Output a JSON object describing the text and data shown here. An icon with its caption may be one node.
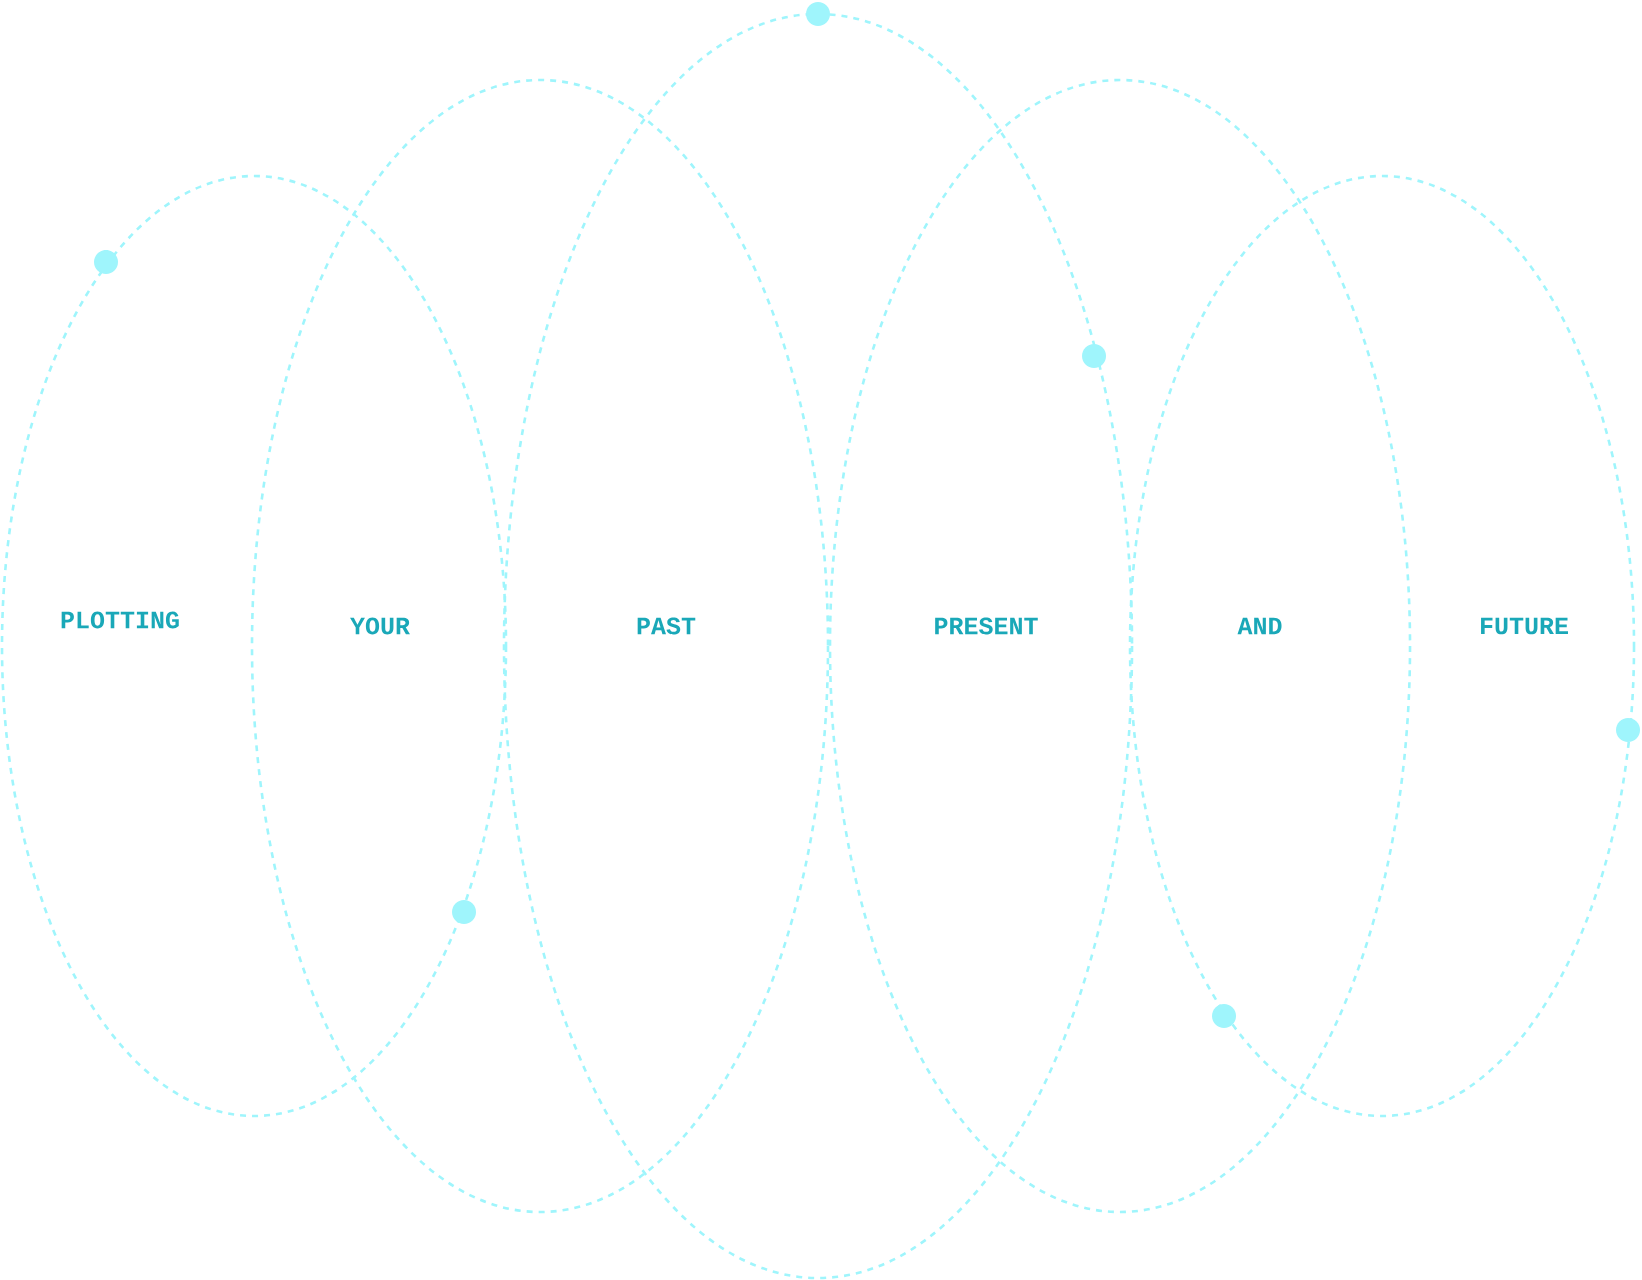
{
  "diagram": {
    "labels": [
      "PLOTTING",
      "YOUR",
      "PAST",
      "PRESENT",
      "AND",
      "FUTURE"
    ]
  }
}
